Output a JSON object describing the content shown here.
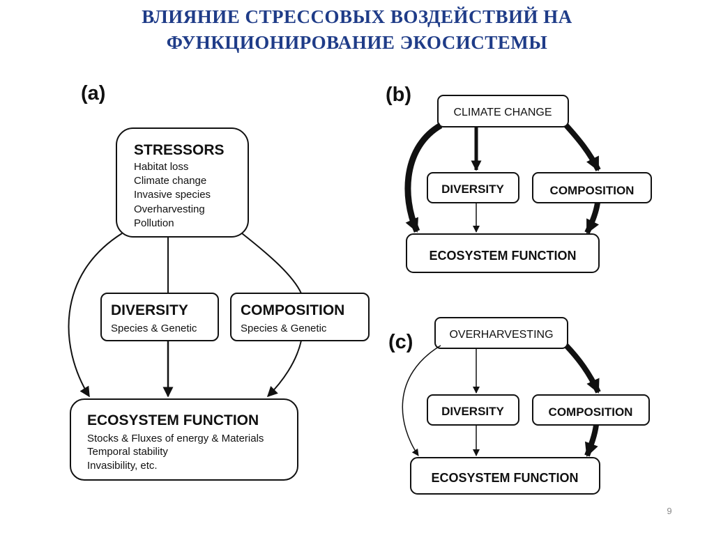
{
  "slide": {
    "title_line1": "ВЛИЯНИЕ СТРЕССОВЫХ ВОЗДЕЙСТВИЙ НА",
    "title_line2": "ФУНКЦИОНИРОВАНИЕ ЭКОСИСТЕМЫ",
    "page_number": "9",
    "colors": {
      "title": "#1f3c88",
      "text": "#111111",
      "box_stroke": "#111111",
      "page_number": "#8a8a8a"
    }
  },
  "panel_a": {
    "label": "(a)",
    "stressors": {
      "heading": "STRESSORS",
      "items": [
        "Habitat loss",
        "Climate change",
        "Invasive species",
        "Overharvesting",
        "Pollution"
      ]
    },
    "diversity": {
      "heading": "DIVERSITY",
      "sub": "Species & Genetic"
    },
    "composition": {
      "heading": "COMPOSITION",
      "sub": "Species & Genetic"
    },
    "ecosystem": {
      "heading": "ECOSYSTEM FUNCTION",
      "items": [
        "Stocks & Fluxes of energy & Materials",
        "Temporal stability",
        "Invasibility, etc."
      ]
    }
  },
  "panel_b": {
    "label": "(b)",
    "driver": "CLIMATE CHANGE",
    "diversity": "DIVERSITY",
    "composition": "COMPOSITION",
    "ecosystem": "ECOSYSTEM FUNCTION"
  },
  "panel_c": {
    "label": "(c)",
    "driver": "OVERHARVESTING",
    "diversity": "DIVERSITY",
    "composition": "COMPOSITION",
    "ecosystem": "ECOSYSTEM FUNCTION"
  }
}
